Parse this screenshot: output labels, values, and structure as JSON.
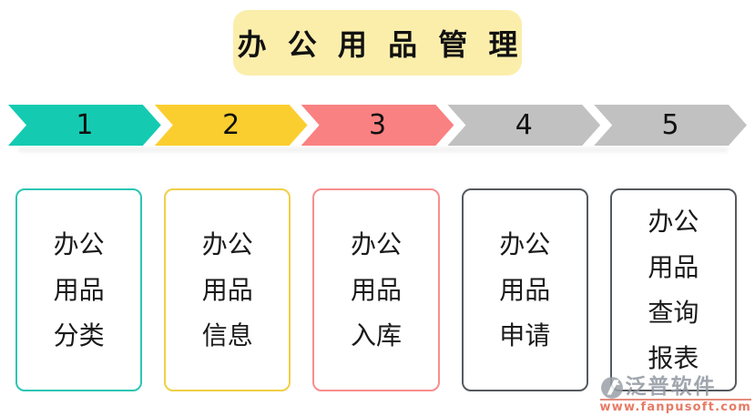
{
  "title": {
    "text": "办 公 用 品 管 理",
    "background_color": "#fbeeab",
    "text_color": "#111111"
  },
  "steps": [
    {
      "number": "1",
      "arrow_color": "#14cbb1",
      "card_border_color": "#2cc5b4",
      "lines": [
        "办公",
        "用品",
        "分类"
      ]
    },
    {
      "number": "2",
      "arrow_color": "#fbce2f",
      "card_border_color": "#f0cf45",
      "lines": [
        "办公",
        "用品",
        "信息"
      ]
    },
    {
      "number": "3",
      "arrow_color": "#fa8181",
      "card_border_color": "#f88e8e",
      "lines": [
        "办公",
        "用品",
        "入库"
      ]
    },
    {
      "number": "4",
      "arrow_color": "#c1c1c1",
      "card_border_color": "#555a5e",
      "lines": [
        "办公",
        "用品",
        "申请"
      ]
    },
    {
      "number": "5",
      "arrow_color": "#c1c1c1",
      "card_border_color": "#555a5e",
      "lines": [
        "办公",
        "用品",
        "查询",
        "报表"
      ]
    }
  ],
  "watermark": {
    "brand": "泛普软件",
    "url": "www.fanpusoft.com",
    "brand_color": "#9097a0",
    "url_color": "#e2654b",
    "logo_icon": "fanpu-logo-icon"
  },
  "colors": {
    "page_background": "#ffffff",
    "card_text": "#1a1a1a",
    "step_number_text": "#111111"
  }
}
